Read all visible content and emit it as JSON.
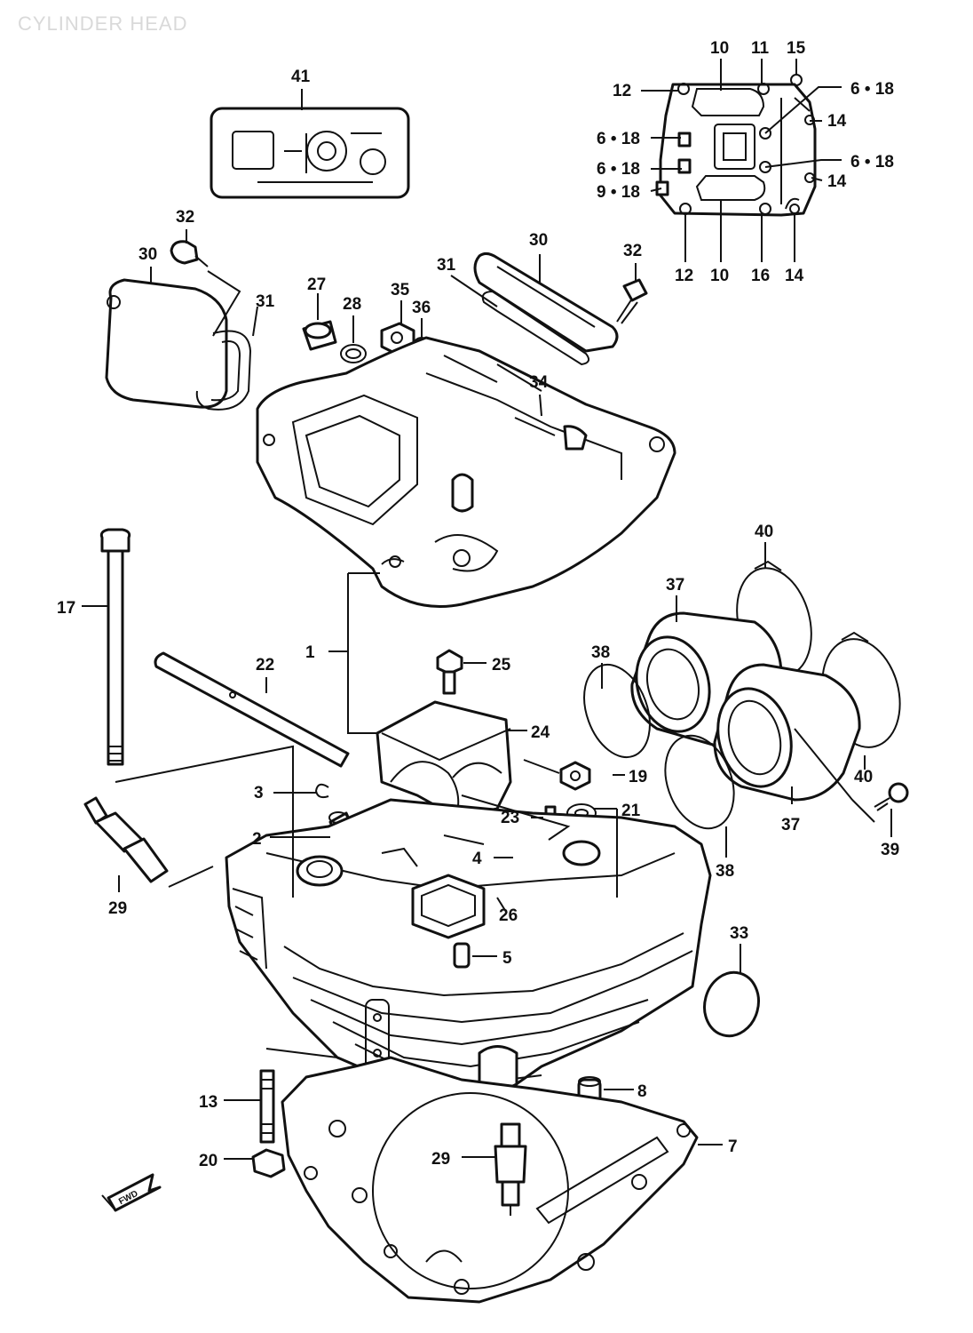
{
  "title": "CYLINDER HEAD",
  "arrow_label": "FWD",
  "callouts": [
    {
      "id": "c41",
      "text": "41"
    },
    {
      "id": "c32a",
      "text": "32"
    },
    {
      "id": "c30a",
      "text": "30"
    },
    {
      "id": "c31a",
      "text": "31"
    },
    {
      "id": "c27",
      "text": "27"
    },
    {
      "id": "c28",
      "text": "28"
    },
    {
      "id": "c35",
      "text": "35"
    },
    {
      "id": "c36",
      "text": "36"
    },
    {
      "id": "c31b",
      "text": "31"
    },
    {
      "id": "c30b",
      "text": "30"
    },
    {
      "id": "c32b",
      "text": "32"
    },
    {
      "id": "c34",
      "text": "34"
    },
    {
      "id": "c10a",
      "text": "10"
    },
    {
      "id": "c11",
      "text": "11"
    },
    {
      "id": "c15",
      "text": "15"
    },
    {
      "id": "c12a",
      "text": "12"
    },
    {
      "id": "c618a",
      "text": "6 • 18"
    },
    {
      "id": "c14a",
      "text": "14"
    },
    {
      "id": "c618b",
      "text": "6 • 18"
    },
    {
      "id": "c618c",
      "text": "6 • 18"
    },
    {
      "id": "c618d",
      "text": "6 • 18"
    },
    {
      "id": "c918",
      "text": "9 • 18"
    },
    {
      "id": "c14b",
      "text": "14"
    },
    {
      "id": "c12b",
      "text": "12"
    },
    {
      "id": "c10b",
      "text": "10"
    },
    {
      "id": "c16",
      "text": "16"
    },
    {
      "id": "c14c",
      "text": "14"
    },
    {
      "id": "c17",
      "text": "17"
    },
    {
      "id": "c22",
      "text": "22"
    },
    {
      "id": "c1",
      "text": "1"
    },
    {
      "id": "c25",
      "text": "25"
    },
    {
      "id": "c24",
      "text": "24"
    },
    {
      "id": "c40a",
      "text": "40"
    },
    {
      "id": "c37a",
      "text": "37"
    },
    {
      "id": "c38a",
      "text": "38"
    },
    {
      "id": "c19",
      "text": "19"
    },
    {
      "id": "c40b",
      "text": "40"
    },
    {
      "id": "c3",
      "text": "3"
    },
    {
      "id": "c23",
      "text": "23"
    },
    {
      "id": "c21",
      "text": "21"
    },
    {
      "id": "c2",
      "text": "2"
    },
    {
      "id": "c4",
      "text": "4"
    },
    {
      "id": "c37b",
      "text": "37"
    },
    {
      "id": "c39",
      "text": "39"
    },
    {
      "id": "c38b",
      "text": "38"
    },
    {
      "id": "c29a",
      "text": "29"
    },
    {
      "id": "c26",
      "text": "26"
    },
    {
      "id": "c5",
      "text": "5"
    },
    {
      "id": "c33",
      "text": "33"
    },
    {
      "id": "c8",
      "text": "8"
    },
    {
      "id": "c13",
      "text": "13"
    },
    {
      "id": "c7",
      "text": "7"
    },
    {
      "id": "c20",
      "text": "20"
    },
    {
      "id": "c29b",
      "text": "29"
    }
  ]
}
